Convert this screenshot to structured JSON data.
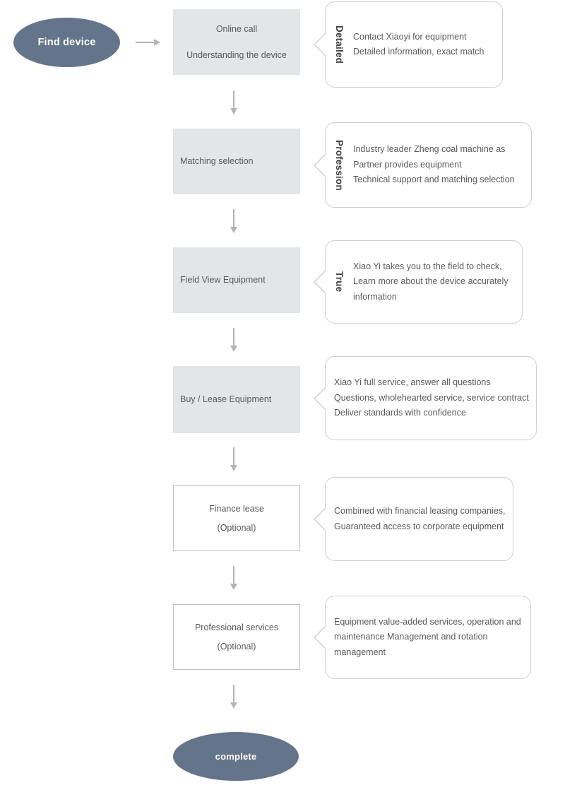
{
  "diagram": {
    "title": "Find device to complete process flow",
    "start_node": {
      "label": "Find device"
    },
    "end_node": {
      "label": "complete"
    },
    "accent_color": "#64758b",
    "box_fill_color": "#e4e5e7",
    "box_border_color": "#bfbfbf",
    "connector_color": "#b5b5b5",
    "text_color": "#5a5a5a",
    "steps": [
      {
        "id": "step-online-call",
        "style": "filled",
        "align": "center",
        "line1": "Online call",
        "line2": "Understanding the device",
        "callout": {
          "vertical_label": "Detailed",
          "lines": [
            "Contact Xiaoyi for equipment",
            "Detailed information, exact match"
          ]
        }
      },
      {
        "id": "step-matching-selection",
        "style": "filled",
        "align": "left",
        "line1": "Matching selection",
        "line2": "",
        "callout": {
          "vertical_label": "Profession",
          "lines": [
            "Industry leader Zheng coal machine as",
            "Partner provides equipment",
            "Technical support and matching selection"
          ]
        }
      },
      {
        "id": "step-field-view-equipment",
        "style": "filled",
        "align": "left",
        "line1": "Field View Equipment",
        "line2": "",
        "callout": {
          "vertical_label": "True",
          "lines": [
            "Xiao Yi takes you to the field to check,",
            "Learn more about the device accurately",
            "information"
          ]
        }
      },
      {
        "id": "step-buy-lease-equipment",
        "style": "filled",
        "align": "left",
        "line1": "Buy / Lease Equipment",
        "line2": "",
        "callout": {
          "vertical_label": "",
          "lines": [
            "Xiao Yi full service, answer all questions",
            "Questions, wholehearted service, service contract",
            "Deliver standards with confidence"
          ]
        }
      },
      {
        "id": "step-finance-lease",
        "style": "outlined",
        "align": "center",
        "line1": "Finance lease",
        "line2": "(Optional)",
        "callout": {
          "vertical_label": "",
          "lines": [
            "Combined with financial leasing companies,",
            "Guaranteed access to corporate equipment"
          ]
        }
      },
      {
        "id": "step-professional-services",
        "style": "outlined",
        "align": "center",
        "line1": "Professional services",
        "line2": "(Optional)",
        "callout": {
          "vertical_label": "",
          "lines": [
            "Equipment value-added services, operation and",
            " maintenance Management and rotation",
            "management"
          ]
        }
      }
    ]
  }
}
